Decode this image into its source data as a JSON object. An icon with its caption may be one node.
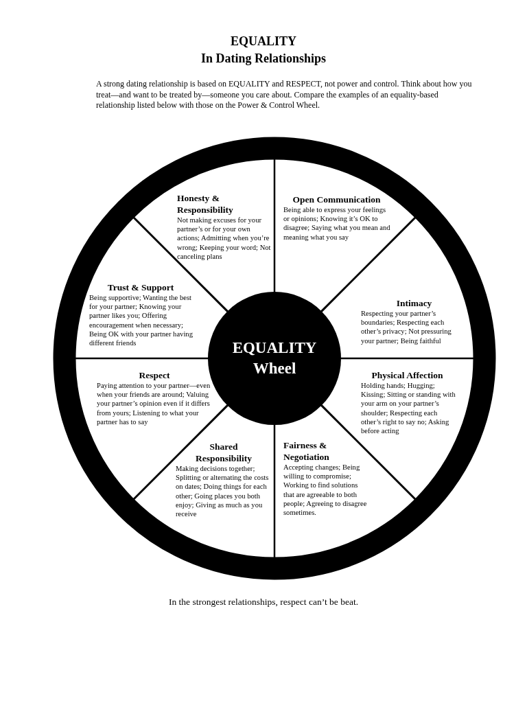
{
  "diagram": {
    "title": "EQUALITY In Dating Relationships",
    "caption": "In the strongest relationships, respect can’t be beat.",
    "labels": [
      "A strong dating relationship is based on EQUALITY and RESPECT, not power and control.  Think about how you treat—and want to be treated by—someone you care about.  Compare the examples of an equality-based relationship listed below with those on the Power & Control Wheel."
    ],
    "nodes": [
      {
        "text": [
          "EQUALITY Wheel"
        ]
      },
      {
        "text": [
          "Honesty & Responsibility",
          "Not making excuses for your partner’s or for your own actions; Admitting when you’re wrong; Keeping your word; Not canceling plans"
        ]
      },
      {
        "text": [
          "Open Communication",
          "Being able to express your feelings or opinions; Knowing it’s OK to disagree; Saying what you mean and meaning what you say"
        ]
      },
      {
        "text": [
          "Trust & Support",
          "Being supportive; Wanting the best for your partner; Knowing your partner likes you; Offering encouragement when necessary; Being OK with your partner having different friends"
        ]
      },
      {
        "text": [
          "Intimacy",
          "Respecting your partner’s boundaries; Respecting each other’s privacy; Not pressuring your partner; Being faithful"
        ]
      },
      {
        "text": [
          "Respect",
          "Paying attention to your partner—even when your friends are around; Valuing your partner’s opinion even if it differs from yours; Listening to what your partner has to say"
        ]
      },
      {
        "text": [
          "Physical Affection",
          "Holding hands; Hugging; Kissing; Sitting or standing with your arm on your partner’s shoulder; Respecting each other’s right to say  no; Asking before acting"
        ]
      },
      {
        "text": [
          "Shared Responsibility",
          "Making decisions together; Splitting or alternating the costs on dates; Doing things for each other; Going places you both enjoy; Giving as much as you receive"
        ]
      },
      {
        "text": [
          "Fairness & Negotiation",
          "Accepting changes; Being willing to compromise; Working to find solutions that are agreeable to both people; Agreeing to disagree sometimes."
        ]
      }
    ]
  }
}
